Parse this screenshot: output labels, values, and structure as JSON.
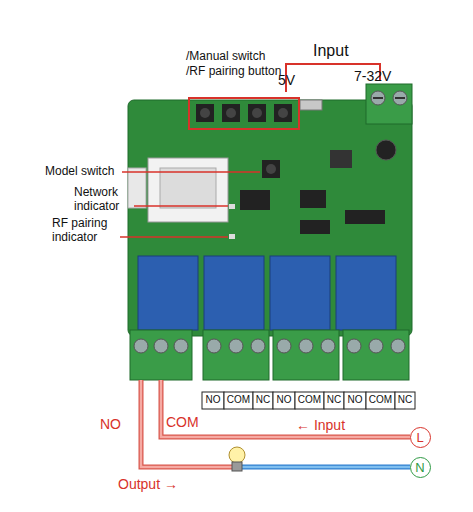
{
  "diagram": {
    "nodes": [
      {
        "text": [
          "L"
        ]
      },
      {
        "text": [
          "N"
        ]
      }
    ],
    "labels": [
      "/Manual switch",
      "/RF pairing button",
      "Input",
      "5V",
      "7-32V",
      "Model switch",
      "Network indicator",
      "RF pairing indicator",
      "NO",
      "COM",
      "NC",
      "NO",
      "COM",
      "NC",
      "NO",
      "COM",
      "NC",
      "NO",
      "COM",
      "← Input",
      "Output →"
    ]
  }
}
